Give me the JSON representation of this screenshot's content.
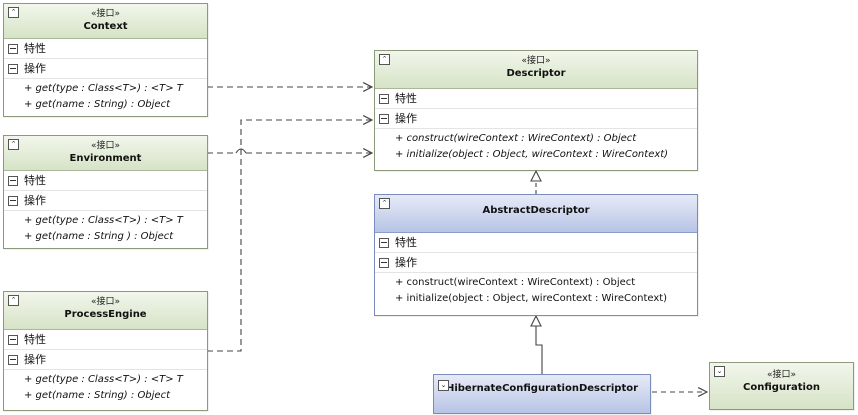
{
  "labels": {
    "stereotype": "«接口»",
    "attributes": "特性",
    "operations": "操作"
  },
  "context": {
    "name": "Context",
    "methods": [
      "+ get(type : Class<T>) :  <T> T",
      "+ get(name : String) : Object"
    ]
  },
  "environment": {
    "name": "Environment",
    "methods": [
      "+ get(type : Class<T>) : <T> T",
      "+ get(name : String ) : Object"
    ]
  },
  "process_engine": {
    "name": "ProcessEngine",
    "methods": [
      "+ get(type : Class<T>) : <T> T",
      "+ get(name : String) : Object"
    ]
  },
  "descriptor": {
    "name": "Descriptor",
    "methods": [
      "+ construct(wireContext : WireContext) : Object",
      "+ initialize(object : Object, wireContext : WireContext)"
    ]
  },
  "abstract_descriptor": {
    "name": "AbstractDescriptor",
    "methods": [
      "+ construct(wireContext : WireContext) : Object",
      "+ initialize(object : Object, wireContext : WireContext)"
    ]
  },
  "hibernate_configuration_descriptor": {
    "name": "HibernateConfigurationDescriptor"
  },
  "configuration": {
    "name": "Configuration"
  },
  "colors": {
    "interface_header": "#d6e3c6",
    "class_header": "#b7c4e6",
    "connector": "#444444"
  }
}
